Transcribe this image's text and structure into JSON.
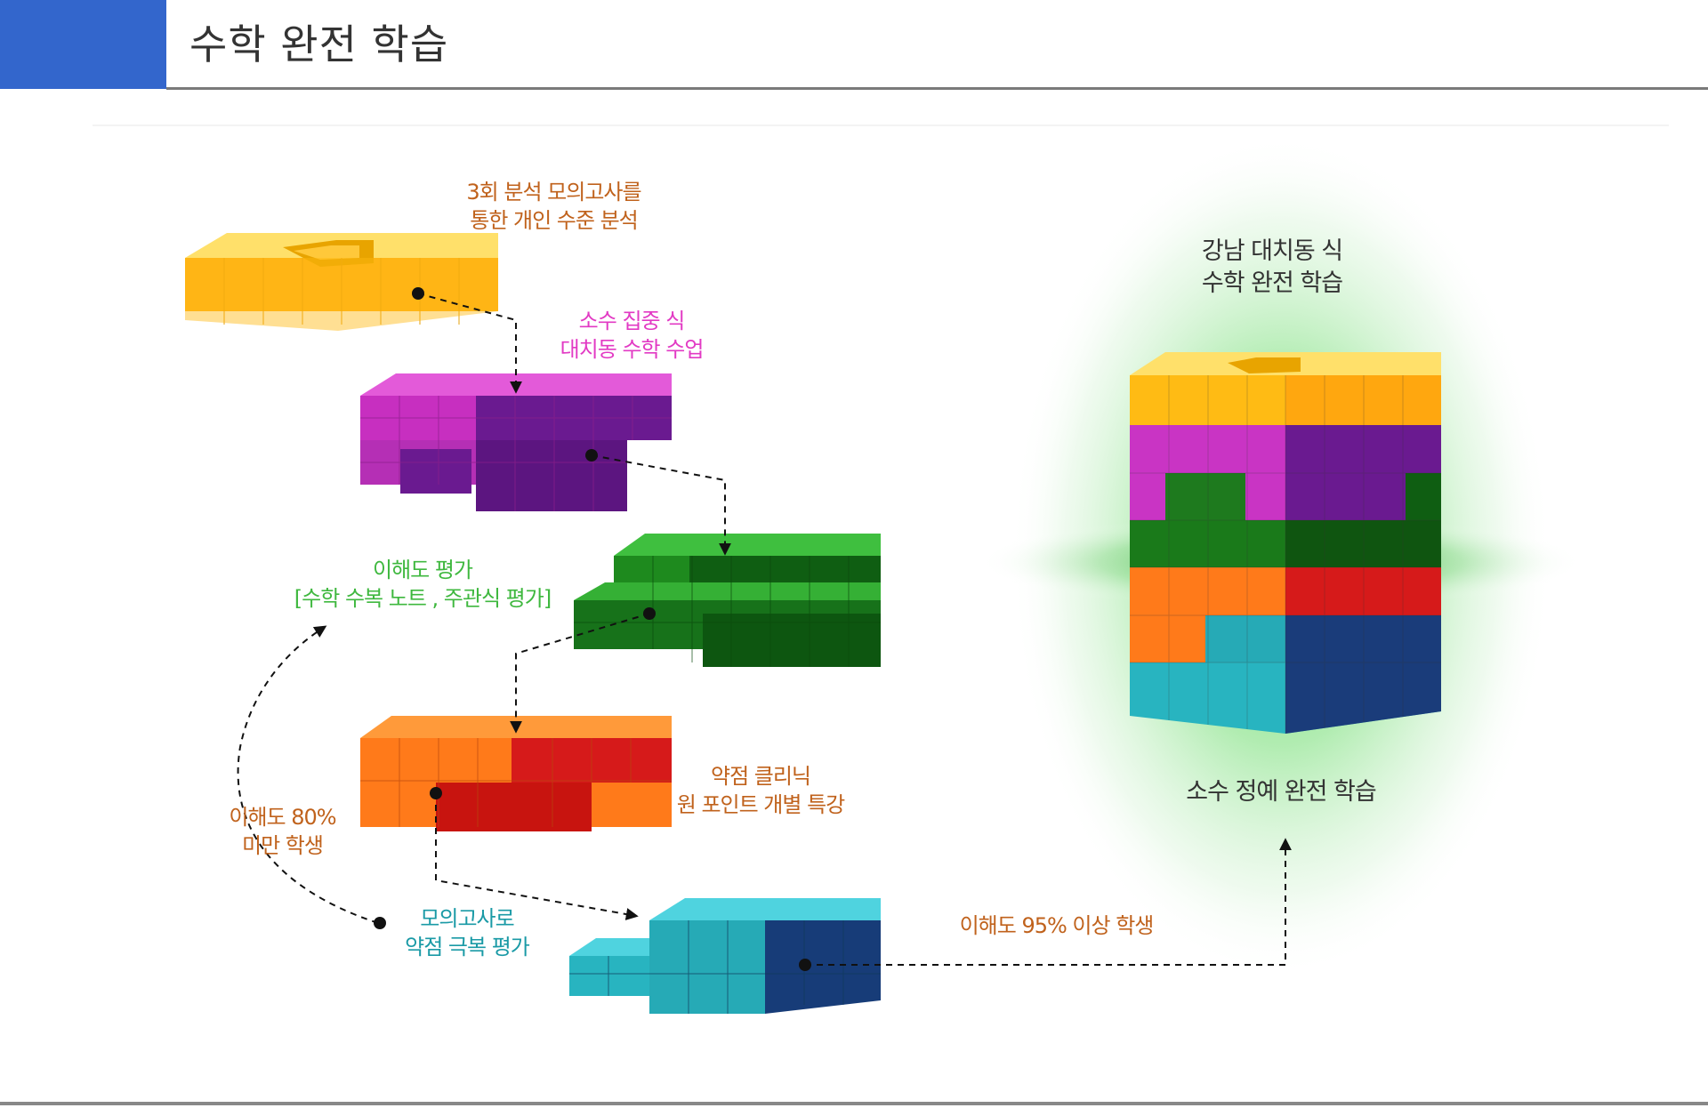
{
  "header": {
    "title": "수학 완전 학습"
  },
  "labels": {
    "analysis": [
      "3회 분석 모의고사를",
      "통한 개인 수준 분석"
    ],
    "lesson": [
      "소수 집중 식",
      "대치동 수학 수업"
    ],
    "evaluation": [
      "이해도 평가",
      "[수학 수복 노트 , 주관식 평가]"
    ],
    "clinic": [
      "약점  클리닉",
      "원 포인트  개별 특강"
    ],
    "under80": [
      "이해도 80%",
      "미만 학생"
    ],
    "mock": [
      "모의고사로",
      "약점 극복 평가"
    ],
    "over95": "이해도 95% 이상 학생",
    "gangnam": [
      "강남 대치동 식",
      "수학 완전 학습"
    ],
    "elite": "소수 정예 완전 학습"
  },
  "colors": {
    "accent": "#3366cc",
    "yellow": "#ffc21a",
    "magenta": "#c934c4",
    "purple": "#6a1a90",
    "green": "#1e8a1e",
    "darkgreen": "#0f5e12",
    "orange": "#ff7a1a",
    "red": "#d61a1a",
    "teal": "#28b4c0",
    "navy": "#1a3c7a",
    "glow": "#4fd64f"
  }
}
